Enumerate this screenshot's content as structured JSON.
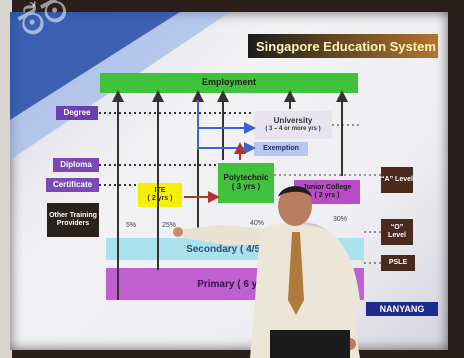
{
  "title": "Singapore Education System",
  "employment": "Employment",
  "university": {
    "name": "University",
    "duration": "( 3 – 4 or more yrs )"
  },
  "exemption": "Exemption",
  "polytechnic": {
    "name": "Polytechnic",
    "duration": "( 3 yrs )"
  },
  "ite": {
    "name": "ITE",
    "duration": "( 2 yrs )"
  },
  "junior_college": {
    "name": "Junior College",
    "duration": "( 2 yrs )"
  },
  "secondary": "Secondary ( 4/5 yrs )",
  "primary": "Primary ( 6 yrs )",
  "left_labels": {
    "degree": "Degree",
    "diploma": "Diploma",
    "certificate": "Certificate",
    "other": "Other Training Providers"
  },
  "right_labels": {
    "a_level": "“A” Level",
    "o_level": "“O” Level",
    "psle": "PSLE"
  },
  "percents": {
    "p5": "5%",
    "p25": "25%",
    "p40": "40%",
    "p30": "30%"
  },
  "logo": {
    "text": "NANYANG"
  },
  "watermark": "ಠ̃ಠ"
}
